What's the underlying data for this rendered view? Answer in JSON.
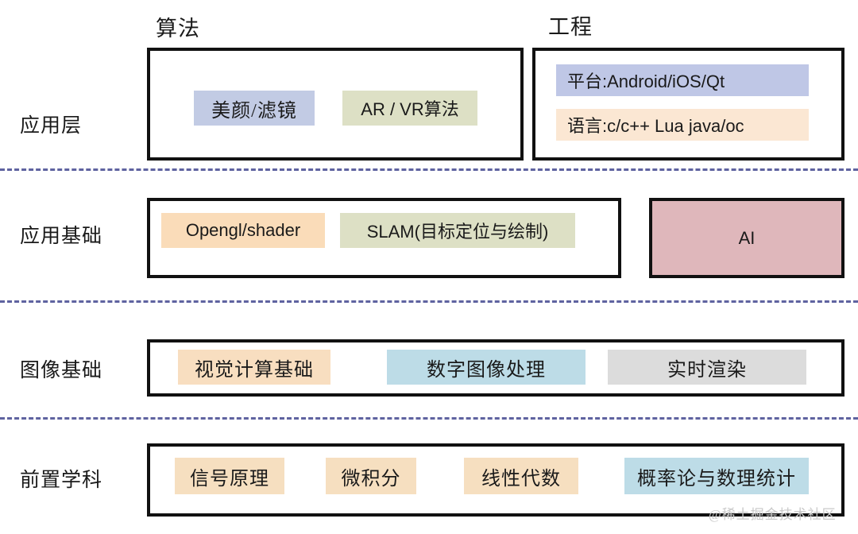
{
  "columns": [
    {
      "label": "算法"
    },
    {
      "label": "工程"
    }
  ],
  "rows": [
    {
      "label": "应用层"
    },
    {
      "label": "应用基础"
    },
    {
      "label": "图像基础"
    },
    {
      "label": "前置学科"
    }
  ],
  "boxes": {
    "app_algorithm": {
      "chips": [
        {
          "label": "美颜/滤镜",
          "color": "#c2cbe4"
        },
        {
          "label": "AR / VR算法",
          "color": "#dde0c5"
        }
      ]
    },
    "app_engineering": {
      "chips": [
        {
          "label": "平台:Android/iOS/Qt",
          "color": "#bfc7e6"
        },
        {
          "label": "语言:c/c++ Lua java/oc",
          "color": "#fbe7d3"
        }
      ]
    },
    "appbase_left": {
      "chips": [
        {
          "label": "Opengl/shader",
          "color": "#fadcb9"
        },
        {
          "label": "SLAM(目标定位与绘制)",
          "color": "#dde0c5"
        }
      ]
    },
    "appbase_ai": {
      "label": "AI",
      "color": "#dfb7bb"
    },
    "imagebase": {
      "chips": [
        {
          "label": "视觉计算基础",
          "color": "#f8dec0"
        },
        {
          "label": "数字图像处理",
          "color": "#bddce7"
        },
        {
          "label": "实时渲染",
          "color": "#dcdcdc"
        }
      ]
    },
    "prereq": {
      "chips": [
        {
          "label": "信号原理",
          "color": "#f6dfc0"
        },
        {
          "label": "微积分",
          "color": "#f6dfc0"
        },
        {
          "label": "线性代数",
          "color": "#f6dfc0"
        },
        {
          "label": "概率论与数理统计",
          "color": "#bddce7"
        }
      ]
    }
  },
  "watermark": "@稀土掘金技术社区",
  "colors": {
    "divider": "#5f63a0",
    "box_border": "#111111",
    "background": "#ffffff",
    "text": "#1a1a1a"
  }
}
